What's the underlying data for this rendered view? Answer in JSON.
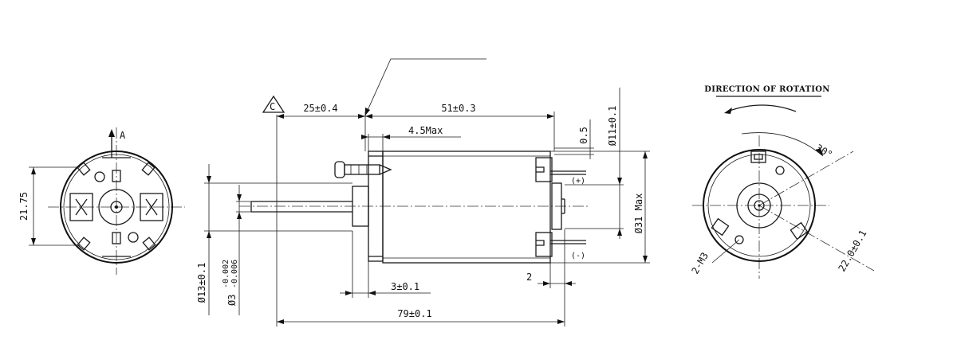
{
  "direction_title": "DIRECTION OF ROTATION",
  "view_label": "A",
  "revision_mark": "C",
  "angle_label": "30°",
  "dims": {
    "front_height": "21.75",
    "flange_len": "25±0.4",
    "body_len": "51±0.3",
    "tab_offset": "4.5Max",
    "gap": "0.5",
    "boss_dia": "Ø11±0.1",
    "body_dia": "Ø31 Max",
    "shaft_boss": "Ø13±0.1",
    "shaft_dia": "Ø3 -0.002 -0.006",
    "shaft_dia_main": "Ø3",
    "tol_upper": "-0.002",
    "tol_lower": "-0.006",
    "boss_len": "3±0.1",
    "rear_len": "2",
    "total_len": "79±0.1",
    "pcd": "22.0±0.1",
    "screw": "2-M3"
  },
  "terminals": {
    "plus": "(+)",
    "minus": "(-)"
  }
}
